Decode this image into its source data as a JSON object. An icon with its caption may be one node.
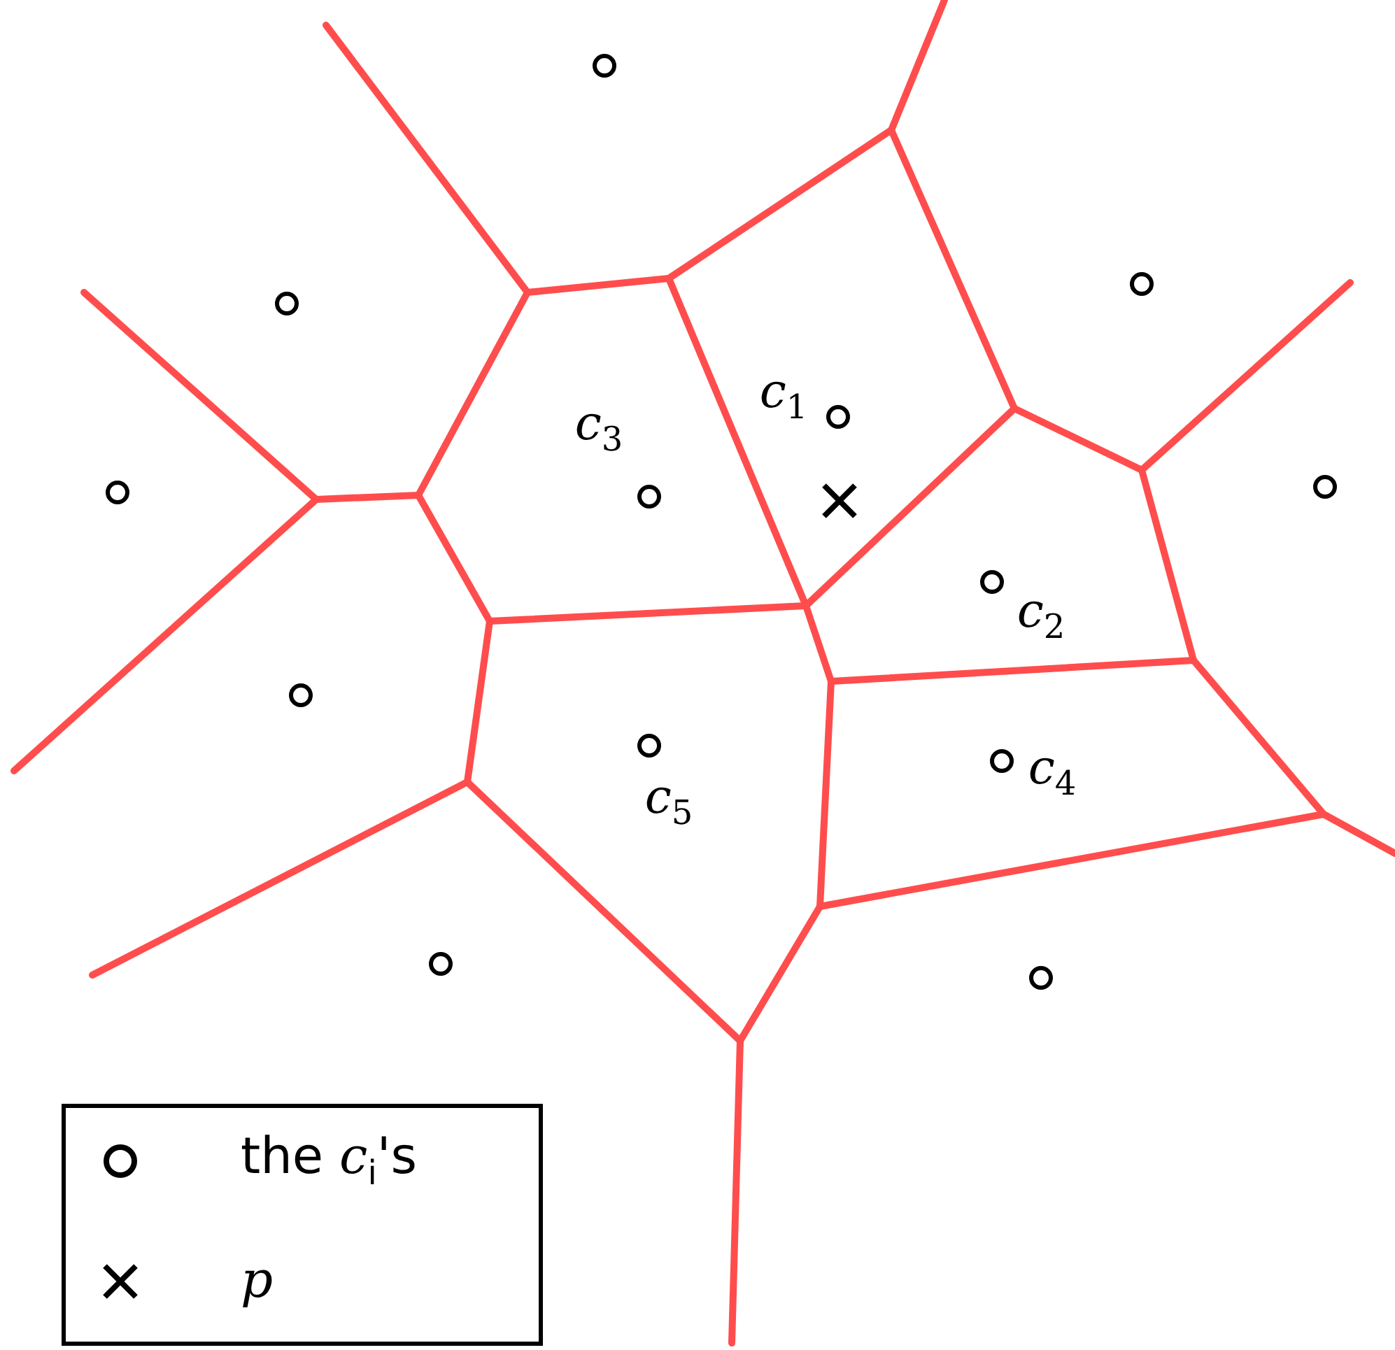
{
  "diagram": {
    "labels": [
      "*c*$_{1}$",
      "*c*$_{3}$",
      "*c*$_{2}$",
      "*c*$_{4}$",
      "*c*$_{5}$"
    ],
    "legend": [
      {
        "text": "the *c*$_{i}$'s"
      },
      {
        "text": "*p*"
      }
    ]
  }
}
